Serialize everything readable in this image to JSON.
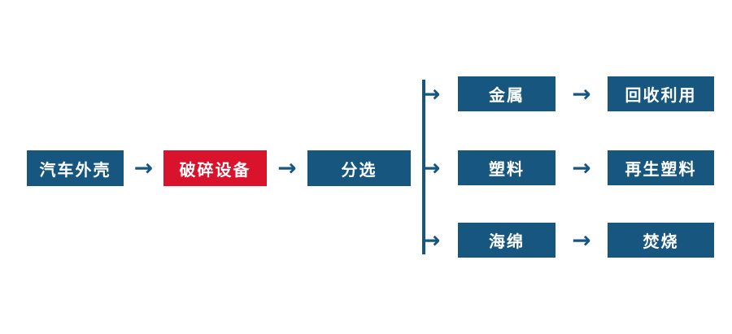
{
  "diagram": {
    "arrow_glyph": "→",
    "colors": {
      "node_blue": "#16567F",
      "node_red": "#D8132B",
      "arrow_blue": "#16567F",
      "text_white": "#FFFFFF",
      "background": "#FFFFFF"
    },
    "main_flow": {
      "nodes": [
        {
          "label": "汽车外壳",
          "type": "normal"
        },
        {
          "label": "破碎设备",
          "type": "highlight"
        },
        {
          "label": "分选",
          "type": "normal"
        }
      ]
    },
    "branches": [
      {
        "material": "金属",
        "outcome": "回收利用"
      },
      {
        "material": "塑料",
        "outcome": "再生塑料"
      },
      {
        "material": "海绵",
        "outcome": "焚烧"
      }
    ]
  }
}
